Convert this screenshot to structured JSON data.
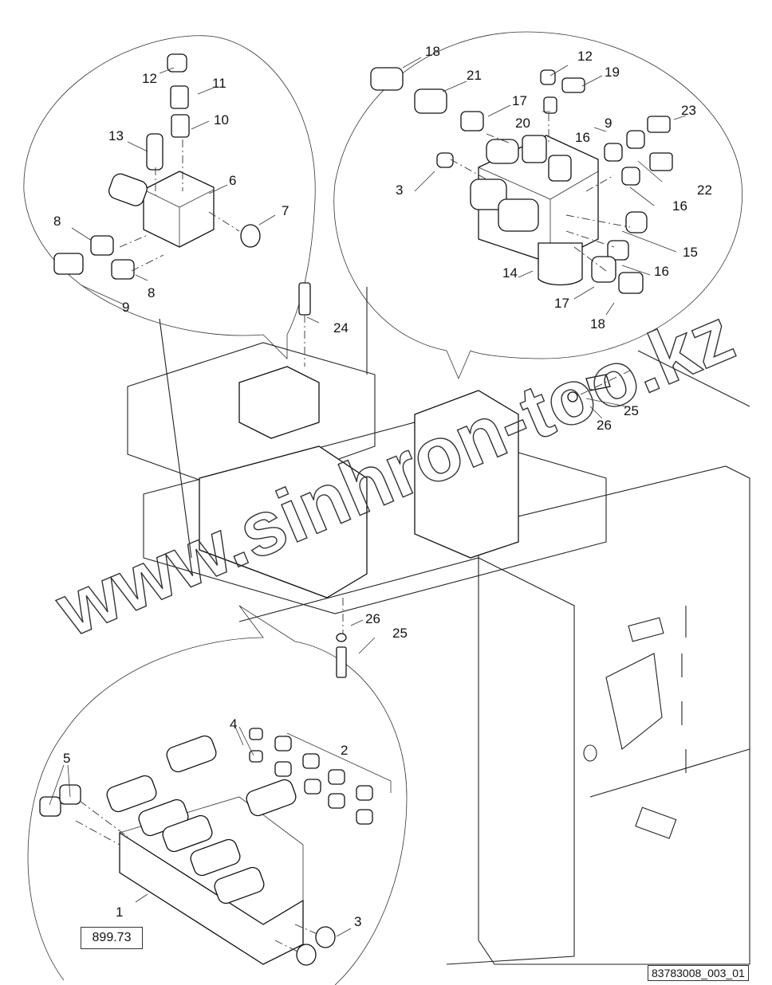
{
  "diagram": {
    "type": "exploded parts diagram",
    "subject": "hydraulic valve blocks on frame",
    "reference_number": "899.73",
    "drawing_id": "83783008_003_01",
    "watermark": "www.sinhron-too.kz",
    "callouts_detail_left": [
      "12",
      "11",
      "10",
      "13",
      "6",
      "7",
      "8",
      "8",
      "9"
    ],
    "callouts_detail_right": [
      "18",
      "21",
      "17",
      "12",
      "19",
      "20",
      "23",
      "9",
      "16",
      "22",
      "3",
      "16",
      "15",
      "14",
      "16",
      "17",
      "18"
    ],
    "callouts_detail_bottom": [
      "5",
      "4",
      "2",
      "1",
      "3"
    ],
    "callouts_main": [
      "24",
      "26",
      "25",
      "26",
      "25"
    ]
  },
  "labels": {
    "c12a": "12",
    "c11": "11",
    "c10": "10",
    "c13": "13",
    "c6": "6",
    "c7": "7",
    "c8a": "8",
    "c8b": "8",
    "c9a": "9",
    "c18a": "18",
    "c21": "21",
    "c17a": "17",
    "c12b": "12",
    "c19": "19",
    "c20": "20",
    "c23": "23",
    "c9b": "9",
    "c16a": "16",
    "c22": "22",
    "c3a": "3",
    "c16b": "16",
    "c15": "15",
    "c14": "14",
    "c16c": "16",
    "c17b": "17",
    "c18b": "18",
    "c24": "24",
    "c26a": "26",
    "c25a": "25",
    "c26b": "26",
    "c25b": "25",
    "c5": "5",
    "c4": "4",
    "c2": "2",
    "c1": "1",
    "c3b": "3"
  }
}
